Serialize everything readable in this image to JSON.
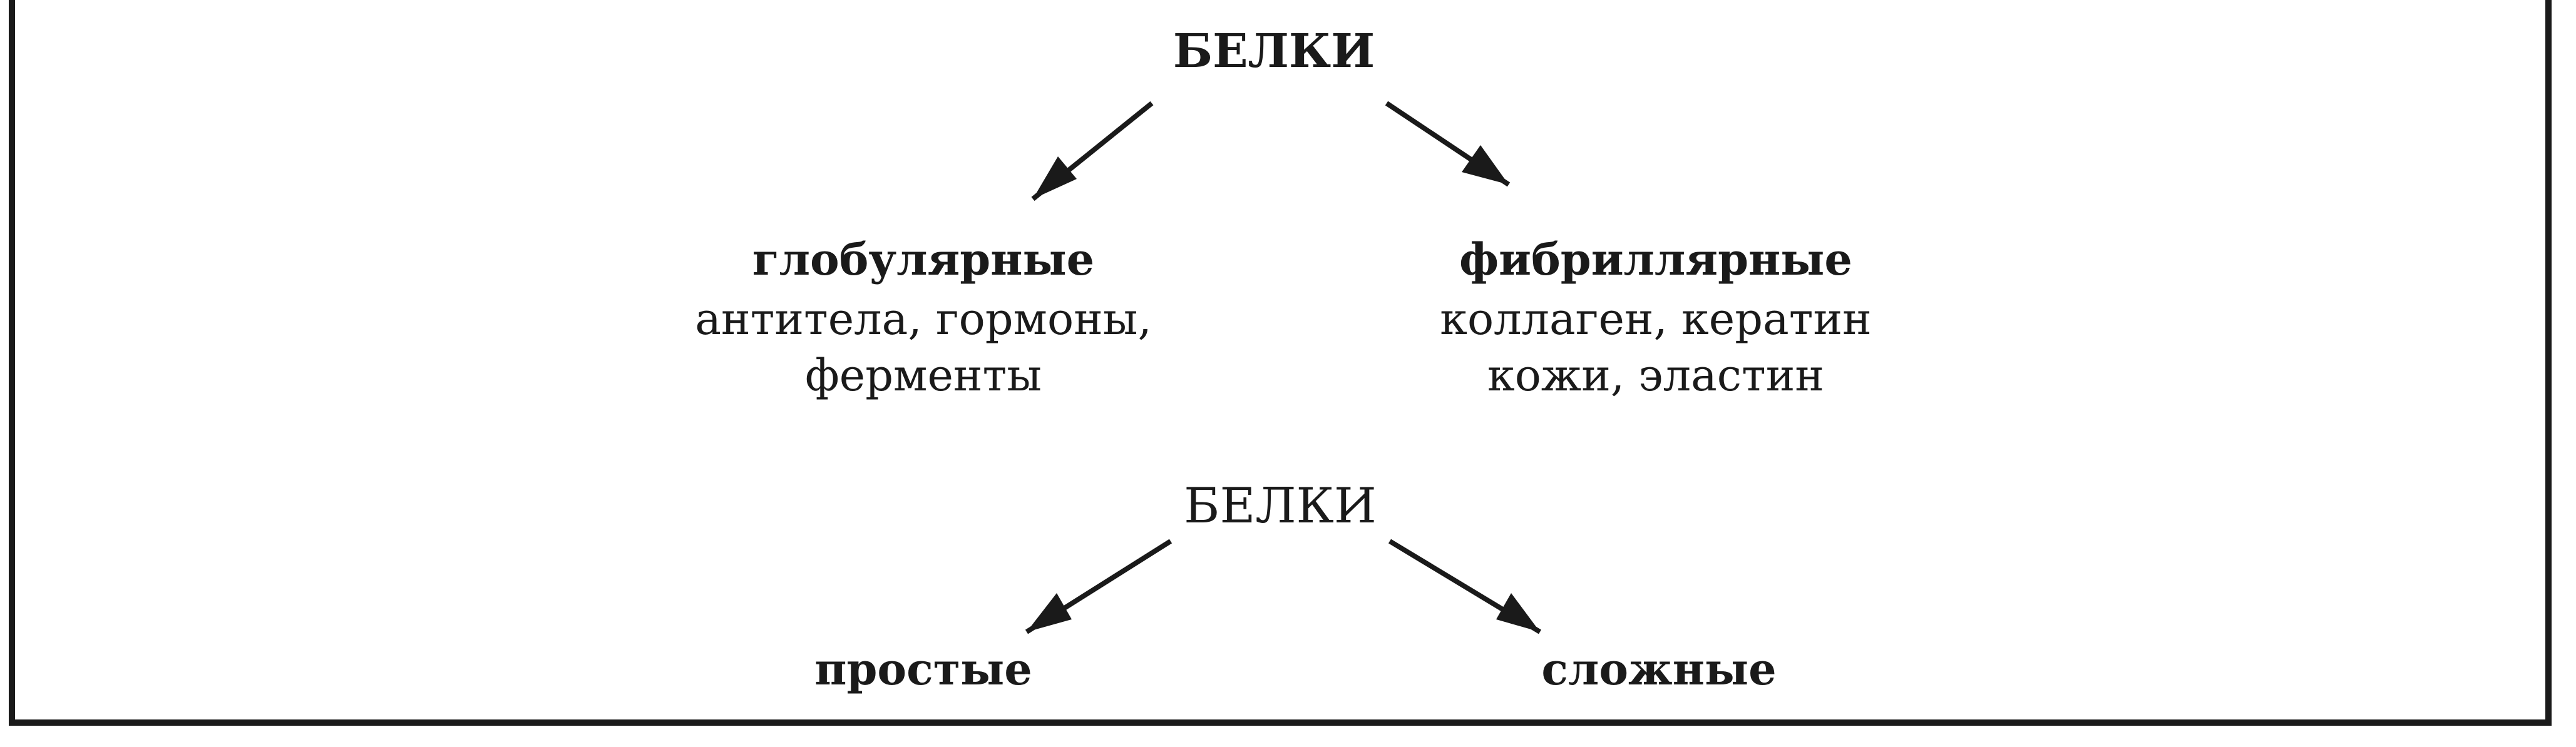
{
  "top": {
    "root": "БЕЛКИ",
    "left": {
      "heading": "глобулярные",
      "lines": [
        "антитела, гормоны,",
        "ферменты"
      ]
    },
    "right": {
      "heading": "фибриллярные",
      "lines": [
        "коллаген, кератин",
        "кожи, эластин"
      ]
    }
  },
  "bottom": {
    "root": "БЕЛКИ",
    "left": "простые",
    "right": "сложные"
  }
}
